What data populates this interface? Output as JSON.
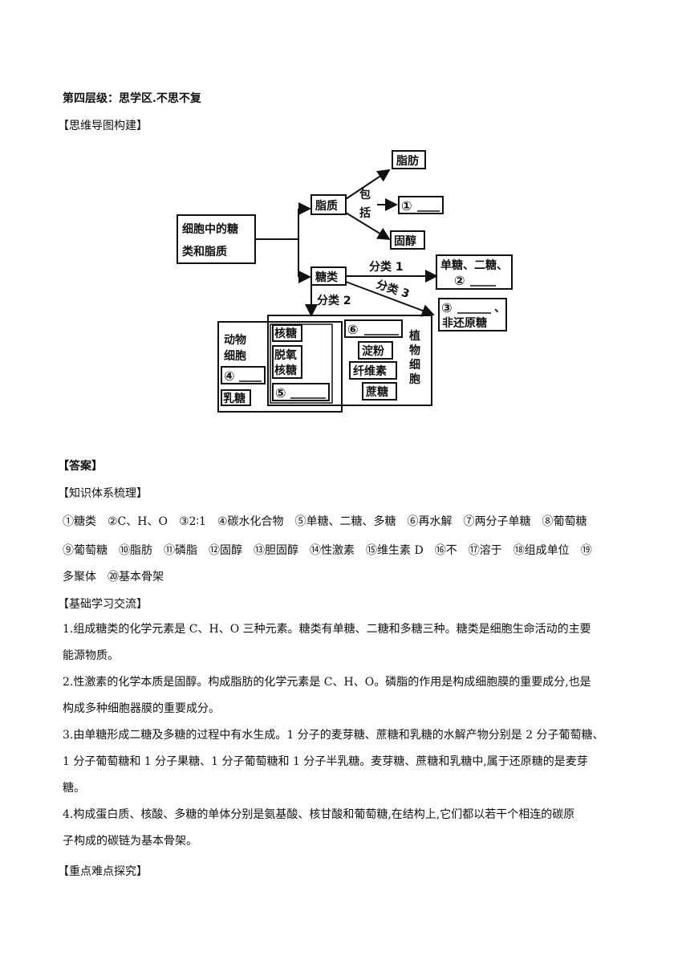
{
  "section_title": "第四层级：思学区.不思不复",
  "mindmap_heading": "【思维导图构建】",
  "mindmap": {
    "root_line1": "细胞中的糖",
    "root_line2": "类和脂质",
    "lipid": "脂质",
    "include_1": "包",
    "include_2": "括",
    "fat": "脂肪",
    "blank1": "①",
    "sterol": "固醇",
    "sugar": "糖类",
    "class1": "分类 1",
    "class2": "分类 2",
    "class3": "分类 3",
    "mono_di": "单糖、二糖、",
    "blank2": "②",
    "blank3": "③",
    "comma3": "、",
    "non_reducing": "非还原糖",
    "animal_1": "动物",
    "animal_2": "细胞",
    "blank4": "④",
    "lactose": "乳糖",
    "ribose": "核糖",
    "deoxy_1": "脱氧",
    "deoxy_2": "核糖",
    "blank5": "⑤",
    "blank6": "⑥",
    "starch": "淀粉",
    "cellulose": "纤维素",
    "sucrose": "蔗糖",
    "plant_1": "植",
    "plant_2": "物",
    "plant_3": "细",
    "plant_4": "胞"
  },
  "answer_heading": "【答案】",
  "knowledge_heading": "【知识体系梳理】",
  "answers_line1": [
    "①糖类",
    "②C、H、O",
    "③2∶1",
    "④碳水化合物",
    "⑤单糖、二糖、多糖",
    "⑥再水解",
    "⑦两分子单糖",
    "⑧葡萄糖"
  ],
  "answers_line2": [
    "⑨葡萄糖",
    "⑩脂肪",
    "⑪磷脂",
    "⑫固醇",
    "⑬胆固醇",
    "⑭性激素",
    "⑮维生素 D",
    "⑯不",
    "⑰溶于",
    "⑱组成单位",
    "⑲"
  ],
  "answers_line3": [
    "多聚体",
    "⑳基本骨架"
  ],
  "basic_heading": "【基础学习交流】",
  "p1": [
    "1.组成糖类的化学元素是 C、H、O 三种元素。糖类有单糖、二糖和多糖三种。糖类是细胞生命活动的主要",
    "能源物质。"
  ],
  "p2": [
    "2.性激素的化学本质是固醇。构成脂肪的化学元素是 C、H、O。磷脂的作用是构成细胞膜的重要成分,也是",
    "构成多种细胞器膜的重要成分。"
  ],
  "p3": [
    "3.由单糖形成二糖及多糖的过程中有水生成。1 分子的麦芽糖、蔗糖和乳糖的水解产物分别是 2 分子葡萄糖、",
    "1 分子葡萄糖和 1 分子果糖、1 分子葡萄糖和 1 分子半乳糖。麦芽糖、蔗糖和乳糖中,属于还原糖的是麦芽",
    "糖。"
  ],
  "p4": [
    "4.构成蛋白质、核酸、多糖的单体分别是氨基酸、核甘酸和葡萄糖,在结构上,它们都以若干个相连的碳原",
    "子构成的碳链为基本骨架。"
  ],
  "key_heading": "【重点难点探究】"
}
